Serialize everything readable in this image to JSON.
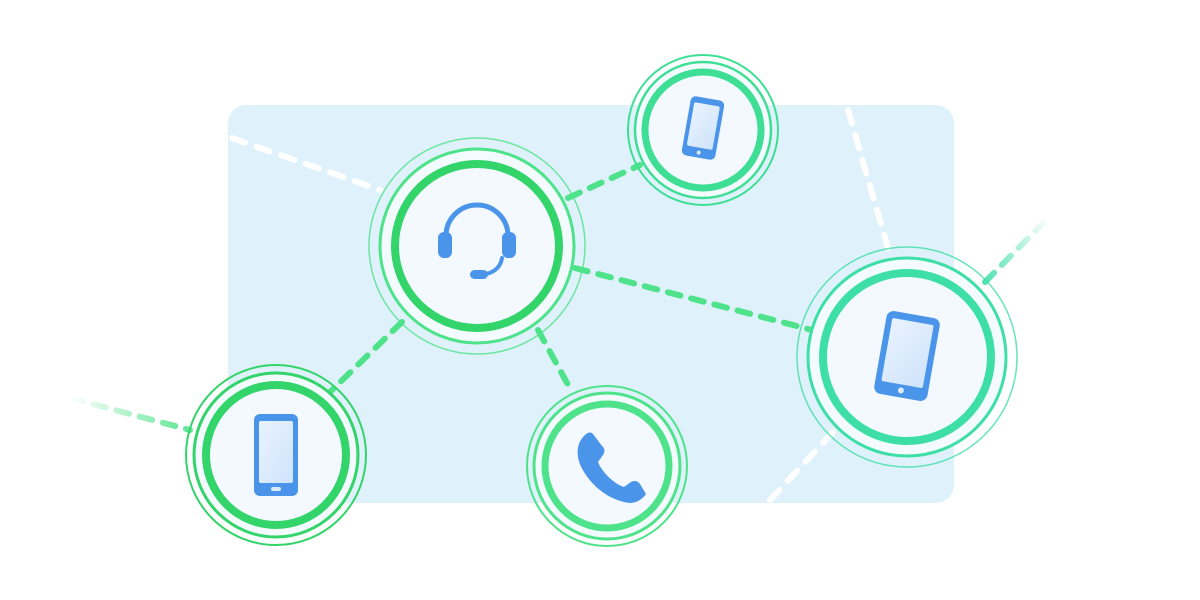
{
  "colors": {
    "panel": "#dff1fb",
    "link_green": "#4ee38a",
    "link_white": "#ffffff",
    "ring_green": "#33d46a",
    "ring_teal": "#3edfa6",
    "icon_blue": "#4a95ea",
    "node_fill": "#f3f9ff"
  },
  "nodes": [
    {
      "name": "hub-node",
      "icon": "headset-icon"
    },
    {
      "name": "top-phone-node",
      "icon": "smartphone-icon"
    },
    {
      "name": "right-tablet-node",
      "icon": "tablet-icon"
    },
    {
      "name": "left-phone-node",
      "icon": "smartphone-icon"
    },
    {
      "name": "call-node",
      "icon": "phone-handset-icon"
    }
  ]
}
